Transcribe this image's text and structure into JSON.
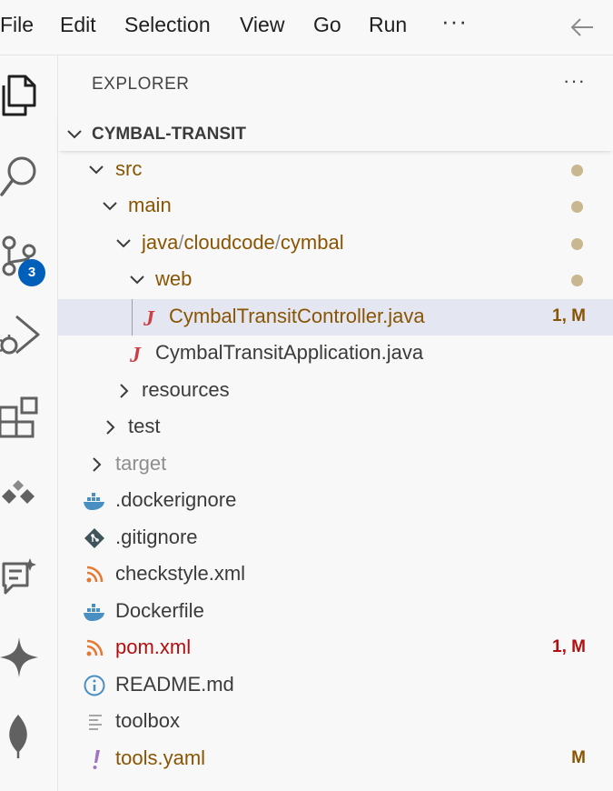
{
  "menubar": {
    "items": [
      "File",
      "Edit",
      "Selection",
      "View",
      "Go",
      "Run"
    ],
    "more": "···"
  },
  "activity_bar": {
    "icons": [
      "files-icon",
      "search-icon",
      "source-control-icon",
      "run-debug-icon",
      "extensions-icon",
      "deploy-icon",
      "chat-icon",
      "sparkle-icon",
      "leaf-icon"
    ],
    "source_control_badge": "3"
  },
  "explorer": {
    "title": "EXPLORER",
    "more": "···",
    "section": "CYMBAL-TRANSIT",
    "rows": [
      {
        "label": "src",
        "type": "folder-open",
        "status": "dot"
      },
      {
        "label": "main",
        "type": "folder-open",
        "status": "dot"
      },
      {
        "label_parts": [
          "java",
          "/",
          "cloudcode",
          "/",
          "cymbal"
        ],
        "type": "folder-open",
        "status": "dot"
      },
      {
        "label": "web",
        "type": "folder-open",
        "status": "dot"
      },
      {
        "label": "CymbalTransitController.java",
        "type": "java",
        "decoration": "1, M",
        "selected": true
      },
      {
        "label": "CymbalTransitApplication.java",
        "type": "java"
      },
      {
        "label": "resources",
        "type": "folder-closed"
      },
      {
        "label": "test",
        "type": "folder-closed"
      },
      {
        "label": "target",
        "type": "folder-closed",
        "dimmed": true
      },
      {
        "label": ".dockerignore",
        "type": "docker"
      },
      {
        "label": ".gitignore",
        "type": "git"
      },
      {
        "label": "checkstyle.xml",
        "type": "rss"
      },
      {
        "label": "Dockerfile",
        "type": "docker"
      },
      {
        "label": "pom.xml",
        "type": "rss",
        "decoration": "1, M",
        "error": true
      },
      {
        "label": "README.md",
        "type": "info"
      },
      {
        "label": "toolbox",
        "type": "text"
      },
      {
        "label": "tools.yaml",
        "type": "yaml",
        "decoration": "M"
      }
    ]
  },
  "colors": {
    "modified": "#895503",
    "error": "#b01011",
    "badge": "#005fb8",
    "selection": "#e4e6f1",
    "java": "#cc3e44",
    "docker": "#4a8fc2",
    "rss": "#e37933",
    "yaml": "#a074c4"
  }
}
